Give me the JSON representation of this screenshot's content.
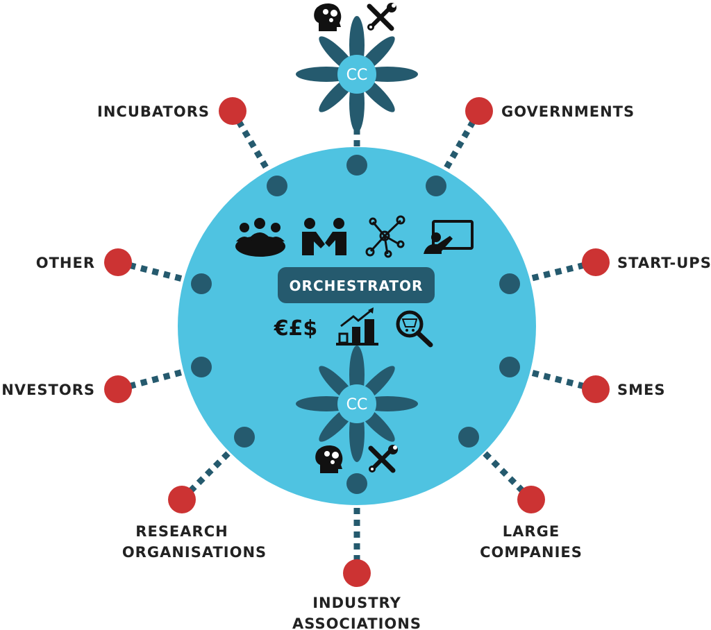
{
  "colors": {
    "hub": "#4fc3e1",
    "dark": "#255a6e",
    "stakeholder": "#cc3333",
    "icon": "#111111"
  },
  "center": {
    "label": "ORCHESTRATOR",
    "icons": [
      "meeting-icon",
      "handshake-icon",
      "network-icon",
      "presentation-icon",
      "currency-icon",
      "growth-chart-icon",
      "market-search-icon"
    ],
    "currency_text": "€£$"
  },
  "cc_nodes": [
    {
      "label": "CC",
      "icons": [
        "brain-gears-icon",
        "tools-icon"
      ]
    },
    {
      "label": "CC",
      "icons": [
        "brain-gears-icon",
        "tools-icon"
      ]
    }
  ],
  "stakeholders": {
    "incubators": "INCUBATORS",
    "governments": "GOVERNMENTS",
    "other": "OTHER",
    "startups": "START-UPS",
    "investors": "INVESTORS",
    "smes": "SMES",
    "research": [
      "RESEARCH",
      "ORGANISATIONS"
    ],
    "large": [
      "LARGE",
      "COMPANIES"
    ],
    "industry": [
      "INDUSTRY",
      "ASSOCIATIONS"
    ]
  }
}
